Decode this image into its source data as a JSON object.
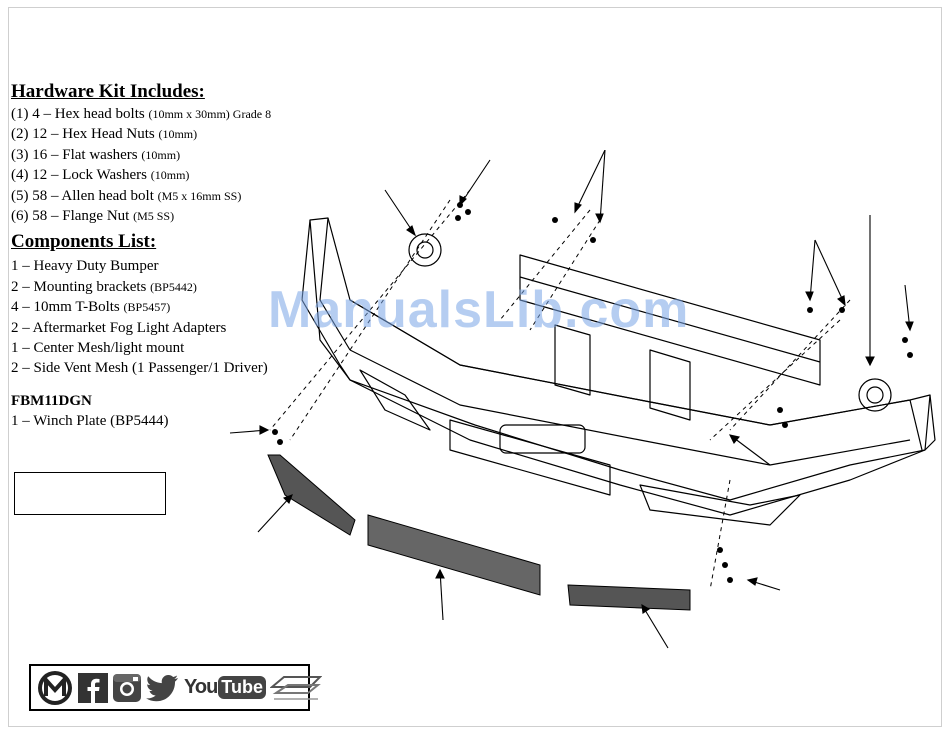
{
  "hardware": {
    "heading": "Hardware Kit Includes:",
    "items": [
      {
        "main": "(1) 4 – Hex head bolts ",
        "detail": "(10mm x 30mm) Grade 8"
      },
      {
        "main": "(2) 12 – Hex Head Nuts ",
        "detail": "(10mm)"
      },
      {
        "main": "(3) 16 – Flat washers ",
        "detail": "(10mm)"
      },
      {
        "main": "(4) 12 – Lock Washers ",
        "detail": "(10mm)"
      },
      {
        "main": "(5) 58 – Allen head bolt ",
        "detail": "(M5 x 16mm SS)"
      },
      {
        "main": "(6) 58 – Flange Nut ",
        "detail": "(M5 SS)"
      }
    ]
  },
  "components": {
    "heading": "Components List:",
    "items": [
      {
        "main": "1 – Heavy Duty Bumper",
        "detail": ""
      },
      {
        "main": "2 – Mounting brackets ",
        "detail": "(BP5442)"
      },
      {
        "main": "4 – 10mm T-Bolts ",
        "detail": "(BP5457)"
      },
      {
        "main": "2 – Aftermarket Fog Light Adapters",
        "detail": ""
      },
      {
        "main": "1 – Center Mesh/light mount",
        "detail": ""
      },
      {
        "main": "2 – Side Vent Mesh (1 Passenger/1 Driver)",
        "detail": ""
      }
    ]
  },
  "model": {
    "code": "FBM11DGN",
    "item": "1 – Winch Plate (BP5444)"
  },
  "watermark": "ManualsLib.com",
  "social": {
    "youtube_label": "You",
    "youtube_tube": "Tube",
    "icons": [
      "brand-logo-icon",
      "facebook-icon",
      "instagram-icon",
      "twitter-icon",
      "youtube-icon",
      "vendor-logo-icon"
    ]
  }
}
